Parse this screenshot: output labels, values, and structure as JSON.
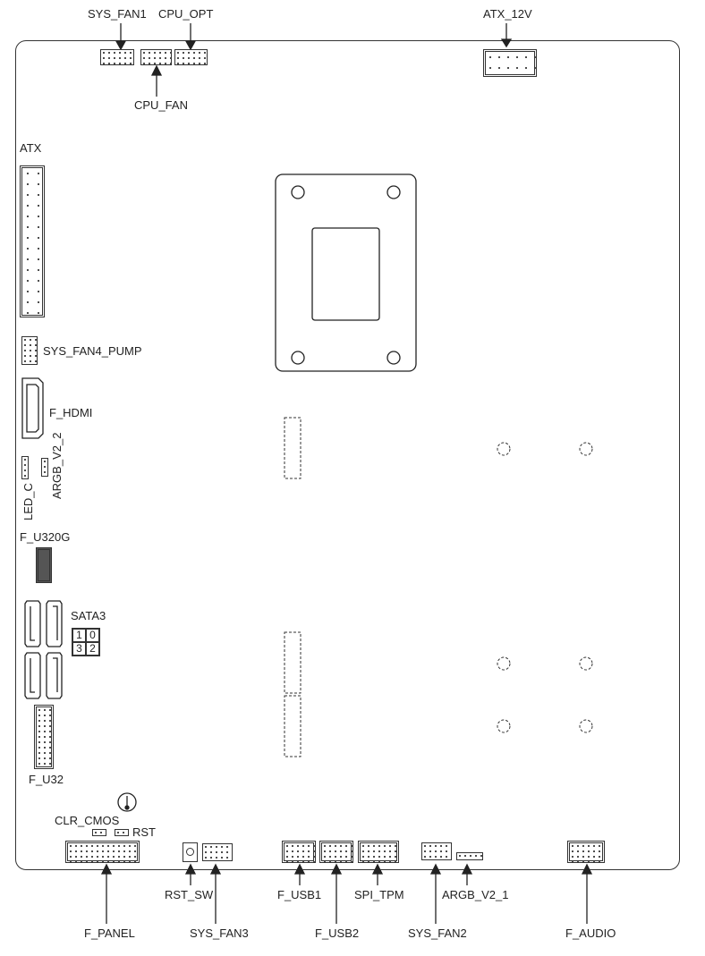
{
  "labels": {
    "sys_fan1": "SYS_FAN1",
    "cpu_opt": "CPU_OPT",
    "cpu_fan": "CPU_FAN",
    "atx_12v": "ATX_12V",
    "atx": "ATX",
    "sys_fan4_pump": "SYS_FAN4_PUMP",
    "f_hdmi": "F_HDMI",
    "led_c": "LED_C",
    "argb_v2_2": "ARGB_V2_2",
    "f_u320g": "F_U320G",
    "sata3": "SATA3",
    "f_u32": "F_U32",
    "clr_cmos": "CLR_CMOS",
    "rst": "RST",
    "f_panel": "F_PANEL",
    "rst_sw": "RST_SW",
    "sys_fan3": "SYS_FAN3",
    "f_usb1": "F_USB1",
    "f_usb2": "F_USB2",
    "spi_tpm": "SPI_TPM",
    "sys_fan2": "SYS_FAN2",
    "argb_v2_1": "ARGB_V2_1",
    "f_audio": "F_AUDIO"
  },
  "sata_ports": [
    "1",
    "0",
    "3",
    "2"
  ],
  "icons": {
    "battery": "thermometer-battery-icon"
  }
}
